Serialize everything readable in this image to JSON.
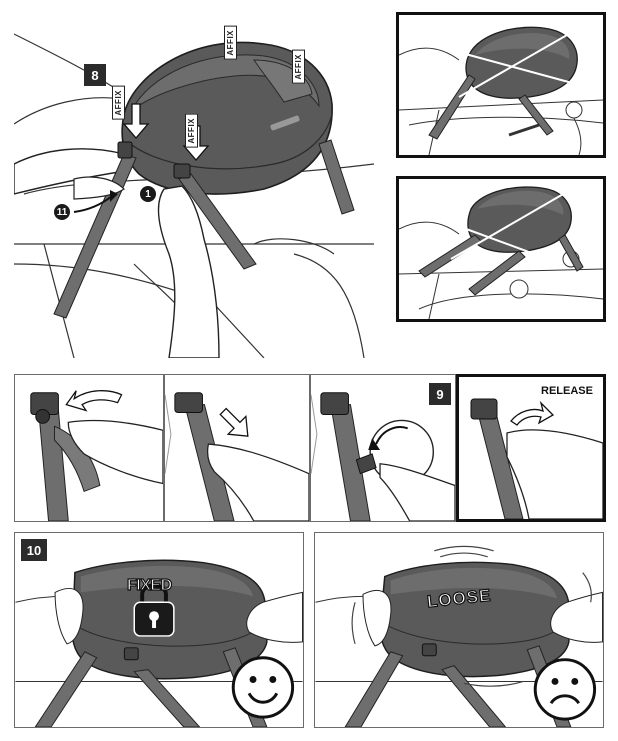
{
  "steps": {
    "step8": "8",
    "step9": "9",
    "step10": "10"
  },
  "callouts": {
    "c1": "1",
    "c11": "11"
  },
  "labels": {
    "affix": "AFFIX",
    "release": "RELEASE",
    "fixed": "FIXED",
    "loose": "LOOSE"
  },
  "icons": {
    "ok": "smiley-face-icon",
    "bad": "sad-face-icon",
    "lock": "padlock-icon"
  },
  "colors": {
    "bag_gray": "#5a5a5a",
    "strap_gray": "#6e6e6e",
    "line": "#2a2a2a"
  }
}
